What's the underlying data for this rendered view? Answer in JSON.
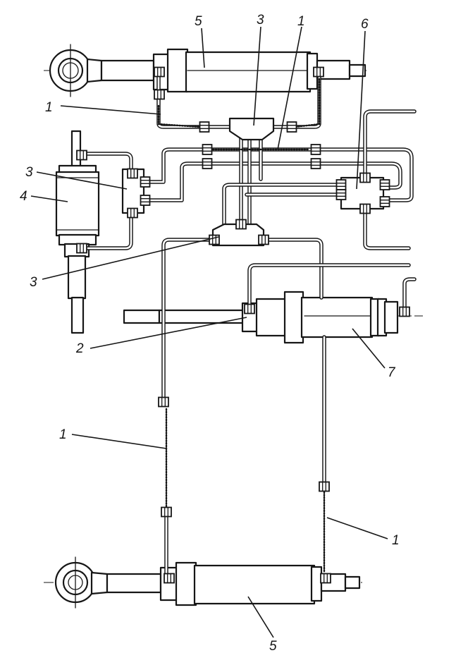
{
  "labels": [
    {
      "id": "hose-top",
      "text": "1"
    },
    {
      "id": "hose-pipe-top",
      "text": "1"
    },
    {
      "id": "hose-left-vertical",
      "text": "1"
    },
    {
      "id": "hose-right-vertical",
      "text": "1"
    },
    {
      "id": "fitting-cylinder-7",
      "text": "2"
    },
    {
      "id": "tee-top",
      "text": "3"
    },
    {
      "id": "tee-left",
      "text": "3"
    },
    {
      "id": "tee-middle",
      "text": "3"
    },
    {
      "id": "cylinder-left",
      "text": "4"
    },
    {
      "id": "cylinder-top",
      "text": "5"
    },
    {
      "id": "cylinder-bottom",
      "text": "5"
    },
    {
      "id": "valve-block",
      "text": "6"
    },
    {
      "id": "cylinder-center",
      "text": "7"
    }
  ]
}
